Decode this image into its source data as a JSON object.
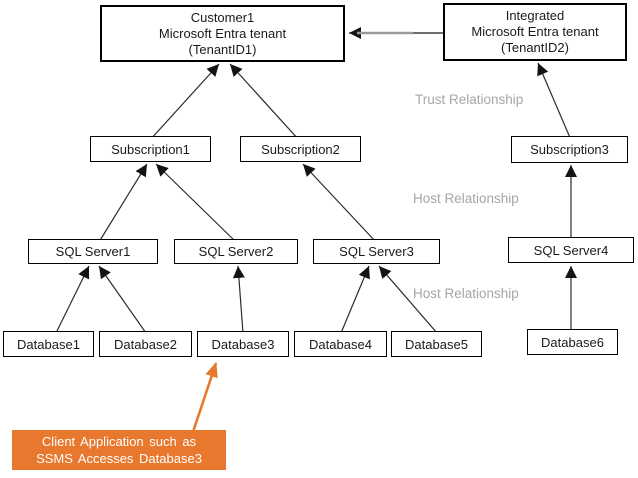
{
  "colors": {
    "callout_bg": "#e8782d",
    "callout_text": "#ffffff",
    "gray_label": "#a6a6a6",
    "line": "#2b2b2b"
  },
  "nodes": {
    "customer_tenant": {
      "line1": "Customer1",
      "line2": "Microsoft Entra tenant",
      "line3": "(TenantID1)"
    },
    "integrated_tenant": {
      "line1": "Integrated",
      "line2": "Microsoft Entra tenant",
      "line3": "(TenantID2)"
    },
    "subscriptions": [
      "Subscription1",
      "Subscription2",
      "Subscription3"
    ],
    "sql_servers": [
      "SQL Server1",
      "SQL Server2",
      "SQL Server3",
      "SQL Server4"
    ],
    "databases": [
      "Database1",
      "Database2",
      "Database3",
      "Database4",
      "Database5",
      "Database6"
    ]
  },
  "relationship_labels": {
    "trust": "Trust Relationship",
    "host_upper": "Host Relationship",
    "host_lower": "Host Relationship"
  },
  "callout": {
    "line1": "Client Application such as",
    "line2": "SSMS Accesses Database3"
  }
}
